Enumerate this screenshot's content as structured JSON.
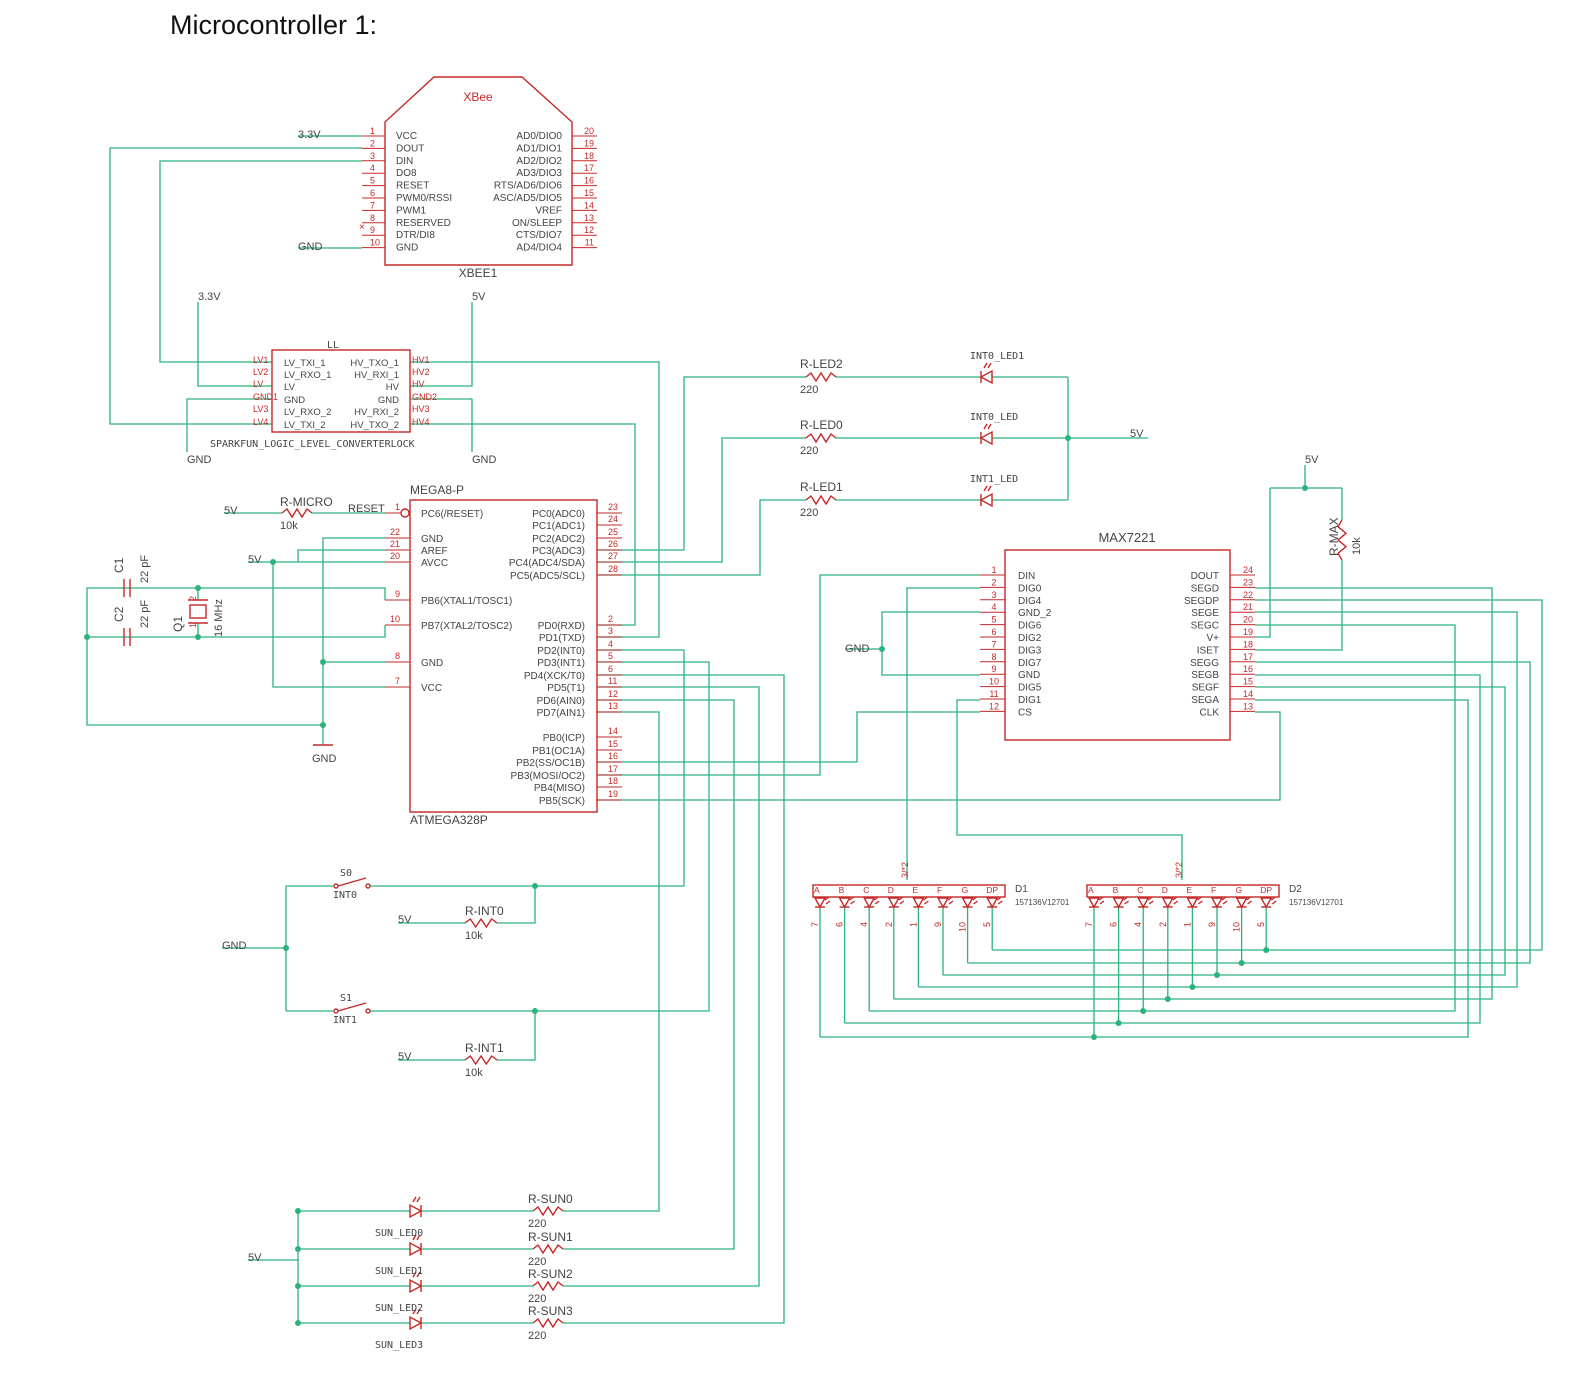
{
  "page": {
    "title": "Microcontroller 1:"
  },
  "xbee": {
    "name": "XBee",
    "designator": "XBEE1",
    "left_pins": [
      {
        "num": "1",
        "label": "VCC"
      },
      {
        "num": "2",
        "label": "DOUT"
      },
      {
        "num": "3",
        "label": "DIN"
      },
      {
        "num": "4",
        "label": "DO8"
      },
      {
        "num": "5",
        "label": "RESET"
      },
      {
        "num": "6",
        "label": "PWM0/RSSI"
      },
      {
        "num": "7",
        "label": "PWM1"
      },
      {
        "num": "8",
        "label": "RESERVED"
      },
      {
        "num": "9",
        "label": "DTR/DI8"
      },
      {
        "num": "10",
        "label": "GND"
      }
    ],
    "right_pins": [
      {
        "num": "20",
        "label": "AD0/DIO0"
      },
      {
        "num": "19",
        "label": "AD1/DIO1"
      },
      {
        "num": "18",
        "label": "AD2/DIO2"
      },
      {
        "num": "17",
        "label": "AD3/DIO3"
      },
      {
        "num": "16",
        "label": "RTS/AD6/DIO6"
      },
      {
        "num": "15",
        "label": "ASC/AD5/DIO5"
      },
      {
        "num": "14",
        "label": "VREF"
      },
      {
        "num": "13",
        "label": "ON/SLEEP"
      },
      {
        "num": "12",
        "label": "CTS/DIO7"
      },
      {
        "num": "11",
        "label": "AD4/DIO4"
      }
    ]
  },
  "llc": {
    "name": "LL",
    "designator": "SPARKFUN_LOGIC_LEVEL_CONVERTERLOCK",
    "left_pins": [
      {
        "net": "LV1",
        "label": "LV_TXI_1"
      },
      {
        "net": "LV2",
        "label": "LV_RXO_1"
      },
      {
        "net": "LV",
        "label": "LV"
      },
      {
        "net": "GND1",
        "label": "GND"
      },
      {
        "net": "LV3",
        "label": "LV_RXO_2"
      },
      {
        "net": "LV4",
        "label": "LV_TXI_2"
      }
    ],
    "right_pins": [
      {
        "net": "HV1",
        "label": "HV_TXO_1"
      },
      {
        "net": "HV2",
        "label": "HV_RXI_1"
      },
      {
        "net": "HV",
        "label": "HV"
      },
      {
        "net": "GND2",
        "label": "GND"
      },
      {
        "net": "HV3",
        "label": "HV_RXI_2"
      },
      {
        "net": "HV4",
        "label": "HV_TXO_2"
      }
    ]
  },
  "mcu": {
    "name": "MEGA8-P",
    "designator": "ATMEGA328P",
    "left_pins": [
      {
        "num": "1",
        "label": "PC6(/RESET)"
      },
      {
        "num": "22",
        "label": "GND"
      },
      {
        "num": "21",
        "label": "AREF"
      },
      {
        "num": "20",
        "label": "AVCC"
      },
      {
        "num": "9",
        "label": "PB6(XTAL1/TOSC1)"
      },
      {
        "num": "10",
        "label": "PB7(XTAL2/TOSC2)"
      },
      {
        "num": "8",
        "label": "GND"
      },
      {
        "num": "7",
        "label": "VCC"
      }
    ],
    "right_pins": [
      {
        "num": "23",
        "label": "PC0(ADC0)"
      },
      {
        "num": "24",
        "label": "PC1(ADC1)"
      },
      {
        "num": "25",
        "label": "PC2(ADC2)"
      },
      {
        "num": "26",
        "label": "PC3(ADC3)"
      },
      {
        "num": "27",
        "label": "PC4(ADC4/SDA)"
      },
      {
        "num": "28",
        "label": "PC5(ADC5/SCL)"
      },
      {
        "num": "2",
        "label": "PD0(RXD)"
      },
      {
        "num": "3",
        "label": "PD1(TXD)"
      },
      {
        "num": "4",
        "label": "PD2(INT0)"
      },
      {
        "num": "5",
        "label": "PD3(INT1)"
      },
      {
        "num": "6",
        "label": "PD4(XCK/T0)"
      },
      {
        "num": "11",
        "label": "PD5(T1)"
      },
      {
        "num": "12",
        "label": "PD6(AIN0)"
      },
      {
        "num": "13",
        "label": "PD7(AIN1)"
      },
      {
        "num": "14",
        "label": "PB0(ICP)"
      },
      {
        "num": "15",
        "label": "PB1(OC1A)"
      },
      {
        "num": "16",
        "label": "PB2(SS/OC1B)"
      },
      {
        "num": "17",
        "label": "PB3(MOSI/OC2)"
      },
      {
        "num": "18",
        "label": "PB4(MISO)"
      },
      {
        "num": "19",
        "label": "PB5(SCK)"
      }
    ],
    "reset_net": "RESET"
  },
  "max": {
    "name": "MAX7221",
    "left_pins": [
      {
        "num": "1",
        "label": "DIN"
      },
      {
        "num": "2",
        "label": "DIG0"
      },
      {
        "num": "3",
        "label": "DIG4"
      },
      {
        "num": "4",
        "label": "GND_2"
      },
      {
        "num": "5",
        "label": "DIG6"
      },
      {
        "num": "6",
        "label": "DIG2"
      },
      {
        "num": "7",
        "label": "DIG3"
      },
      {
        "num": "8",
        "label": "DIG7"
      },
      {
        "num": "9",
        "label": "GND"
      },
      {
        "num": "10",
        "label": "DIG5"
      },
      {
        "num": "11",
        "label": "DIG1"
      },
      {
        "num": "12",
        "label": "CS"
      }
    ],
    "right_pins": [
      {
        "num": "24",
        "label": "DOUT"
      },
      {
        "num": "23",
        "label": "SEGD"
      },
      {
        "num": "22",
        "label": "SEGDP"
      },
      {
        "num": "21",
        "label": "SEGE"
      },
      {
        "num": "20",
        "label": "SEGC"
      },
      {
        "num": "19",
        "label": "V+"
      },
      {
        "num": "18",
        "label": "ISET"
      },
      {
        "num": "17",
        "label": "SEGG"
      },
      {
        "num": "16",
        "label": "SEGB"
      },
      {
        "num": "15",
        "label": "SEGF"
      },
      {
        "num": "14",
        "label": "SEGA"
      },
      {
        "num": "13",
        "label": "CLK"
      }
    ]
  },
  "nets": {
    "v33": "3.3V",
    "v5": "5V",
    "gnd": "GND"
  },
  "resistors": {
    "r_micro": {
      "name": "R-MICRO",
      "value": "10k"
    },
    "r_max": {
      "name": "R-MAX",
      "value": "10k"
    },
    "r_led2": {
      "name": "R-LED2",
      "value": "220"
    },
    "r_led0": {
      "name": "R-LED0",
      "value": "220"
    },
    "r_led1": {
      "name": "R-LED1",
      "value": "220"
    },
    "r_int0": {
      "name": "R-INT0",
      "value": "10k"
    },
    "r_int1": {
      "name": "R-INT1",
      "value": "10k"
    },
    "r_sun0": {
      "name": "R-SUN0",
      "value": "220"
    },
    "r_sun1": {
      "name": "R-SUN1",
      "value": "220"
    },
    "r_sun2": {
      "name": "R-SUN2",
      "value": "220"
    },
    "r_sun3": {
      "name": "R-SUN3",
      "value": "220"
    }
  },
  "capacitors": {
    "c1": {
      "name": "C1",
      "value": "22 pF"
    },
    "c2": {
      "name": "C2",
      "value": "22 pF"
    }
  },
  "crystal": {
    "name": "Q1",
    "value": "16 MHz",
    "pin1": "1",
    "pin2": "2"
  },
  "leds": {
    "int0_led1": "INT0_LED1",
    "int0_led": "INT0_LED",
    "int1_led": "INT1_LED",
    "sun0": "SUN_LED0",
    "sun1": "SUN_LED1",
    "sun2": "SUN_LED2",
    "sun3": "SUN_LED3"
  },
  "switches": {
    "s0": {
      "name": "S0",
      "label": "INT0"
    },
    "s1": {
      "name": "S1",
      "label": "INT1"
    }
  },
  "displays": [
    {
      "name": "D1",
      "part": "157136V12701",
      "common": "3/*2",
      "segments": [
        "A",
        "B",
        "C",
        "D",
        "E",
        "F",
        "G",
        "DP"
      ],
      "pins": [
        "7",
        "6",
        "4",
        "2",
        "1",
        "9",
        "10",
        "5"
      ]
    },
    {
      "name": "D2",
      "part": "157136V12701",
      "common": "3/*2",
      "segments": [
        "A",
        "B",
        "C",
        "D",
        "E",
        "F",
        "G",
        "DP"
      ],
      "pins": [
        "7",
        "6",
        "4",
        "2",
        "1",
        "9",
        "10",
        "5"
      ]
    }
  ]
}
